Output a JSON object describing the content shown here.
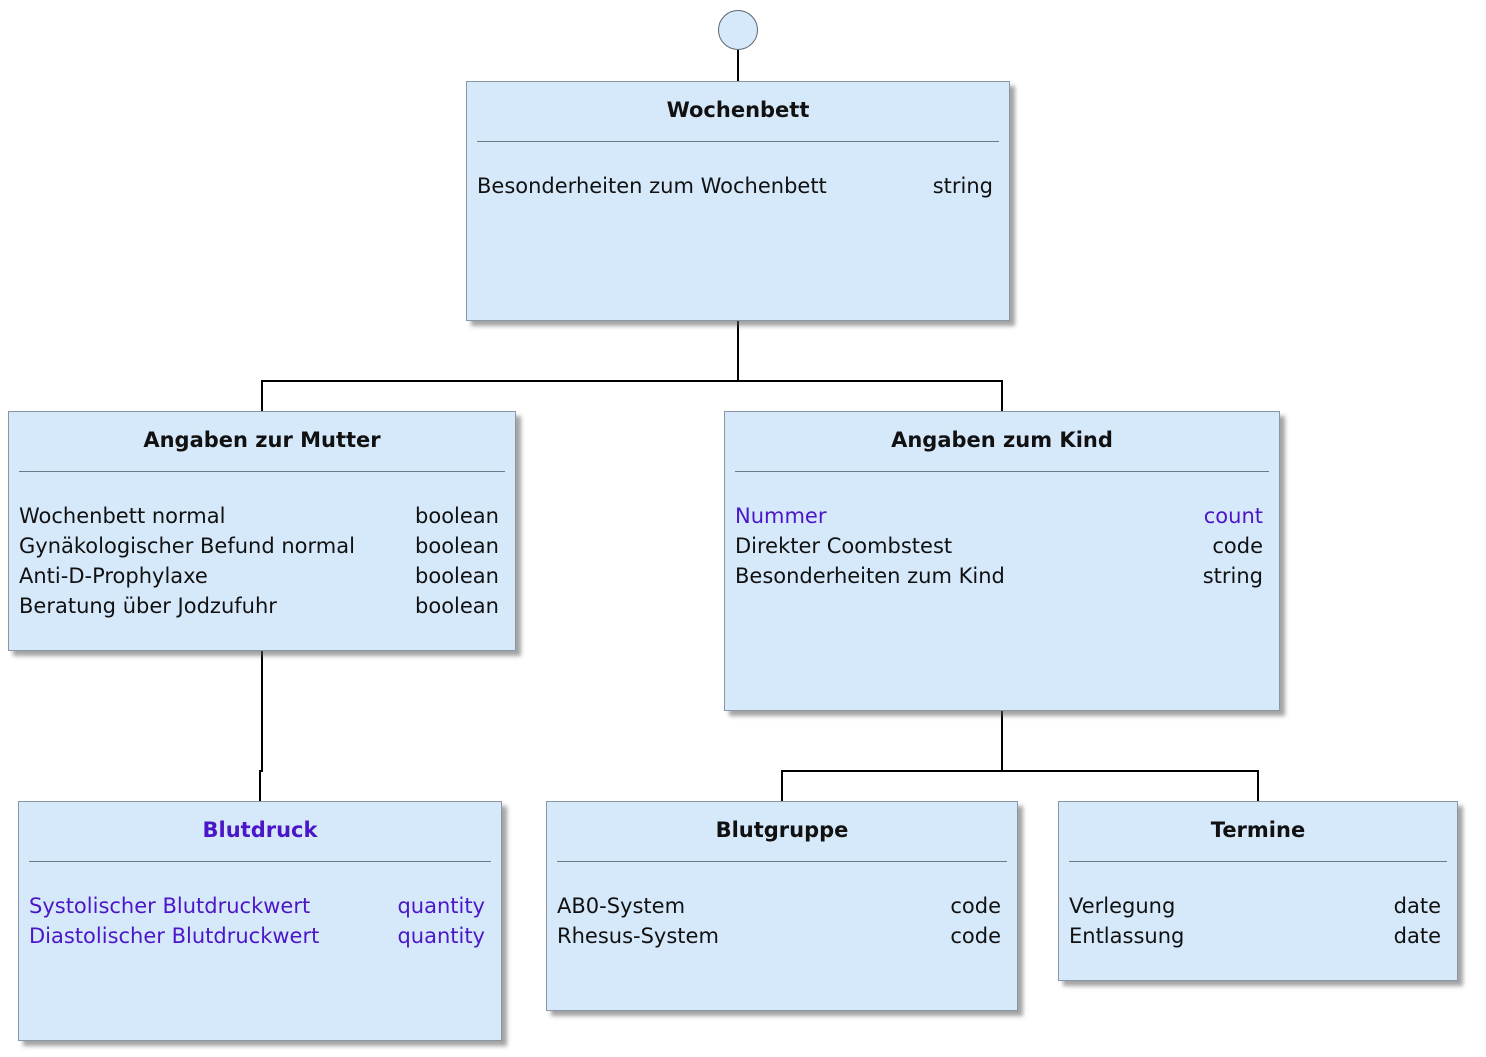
{
  "diagram": {
    "boxes": {
      "wochenbett": {
        "title": "Wochenbett",
        "attributes": [
          {
            "name": "Besonderheiten zum Wochenbett",
            "type": "string"
          }
        ]
      },
      "mutter": {
        "title": "Angaben zur Mutter",
        "attributes": [
          {
            "name": "Wochenbett normal",
            "type": "boolean"
          },
          {
            "name": "Gynäkologischer Befund normal",
            "type": "boolean"
          },
          {
            "name": "Anti-D-Prophylaxe",
            "type": "boolean"
          },
          {
            "name": "Beratung über Jodzufuhr",
            "type": "boolean"
          }
        ]
      },
      "kind": {
        "title": "Angaben zum Kind",
        "attributes": [
          {
            "name": "Nummer",
            "type": "count"
          },
          {
            "name": "Direkter Coombstest",
            "type": "code"
          },
          {
            "name": "Besonderheiten zum Kind",
            "type": "string"
          }
        ]
      },
      "blutdruck": {
        "title": "Blutdruck",
        "attributes": [
          {
            "name": "Systolischer Blutdruckwert",
            "type": "quantity"
          },
          {
            "name": "Diastolischer Blutdruckwert",
            "type": "quantity"
          }
        ]
      },
      "blutgruppe": {
        "title": "Blutgruppe",
        "attributes": [
          {
            "name": "AB0-System",
            "type": "code"
          },
          {
            "name": "Rhesus-System",
            "type": "code"
          }
        ]
      },
      "termine": {
        "title": "Termine",
        "attributes": [
          {
            "name": "Verlegung",
            "type": "date"
          },
          {
            "name": "Entlassung",
            "type": "date"
          }
        ]
      }
    },
    "colors": {
      "box_fill": "#d6e9fb",
      "border": "#8a96a6",
      "text": "#111111",
      "highlight": "#4b16c8",
      "connector": "#000000"
    }
  }
}
